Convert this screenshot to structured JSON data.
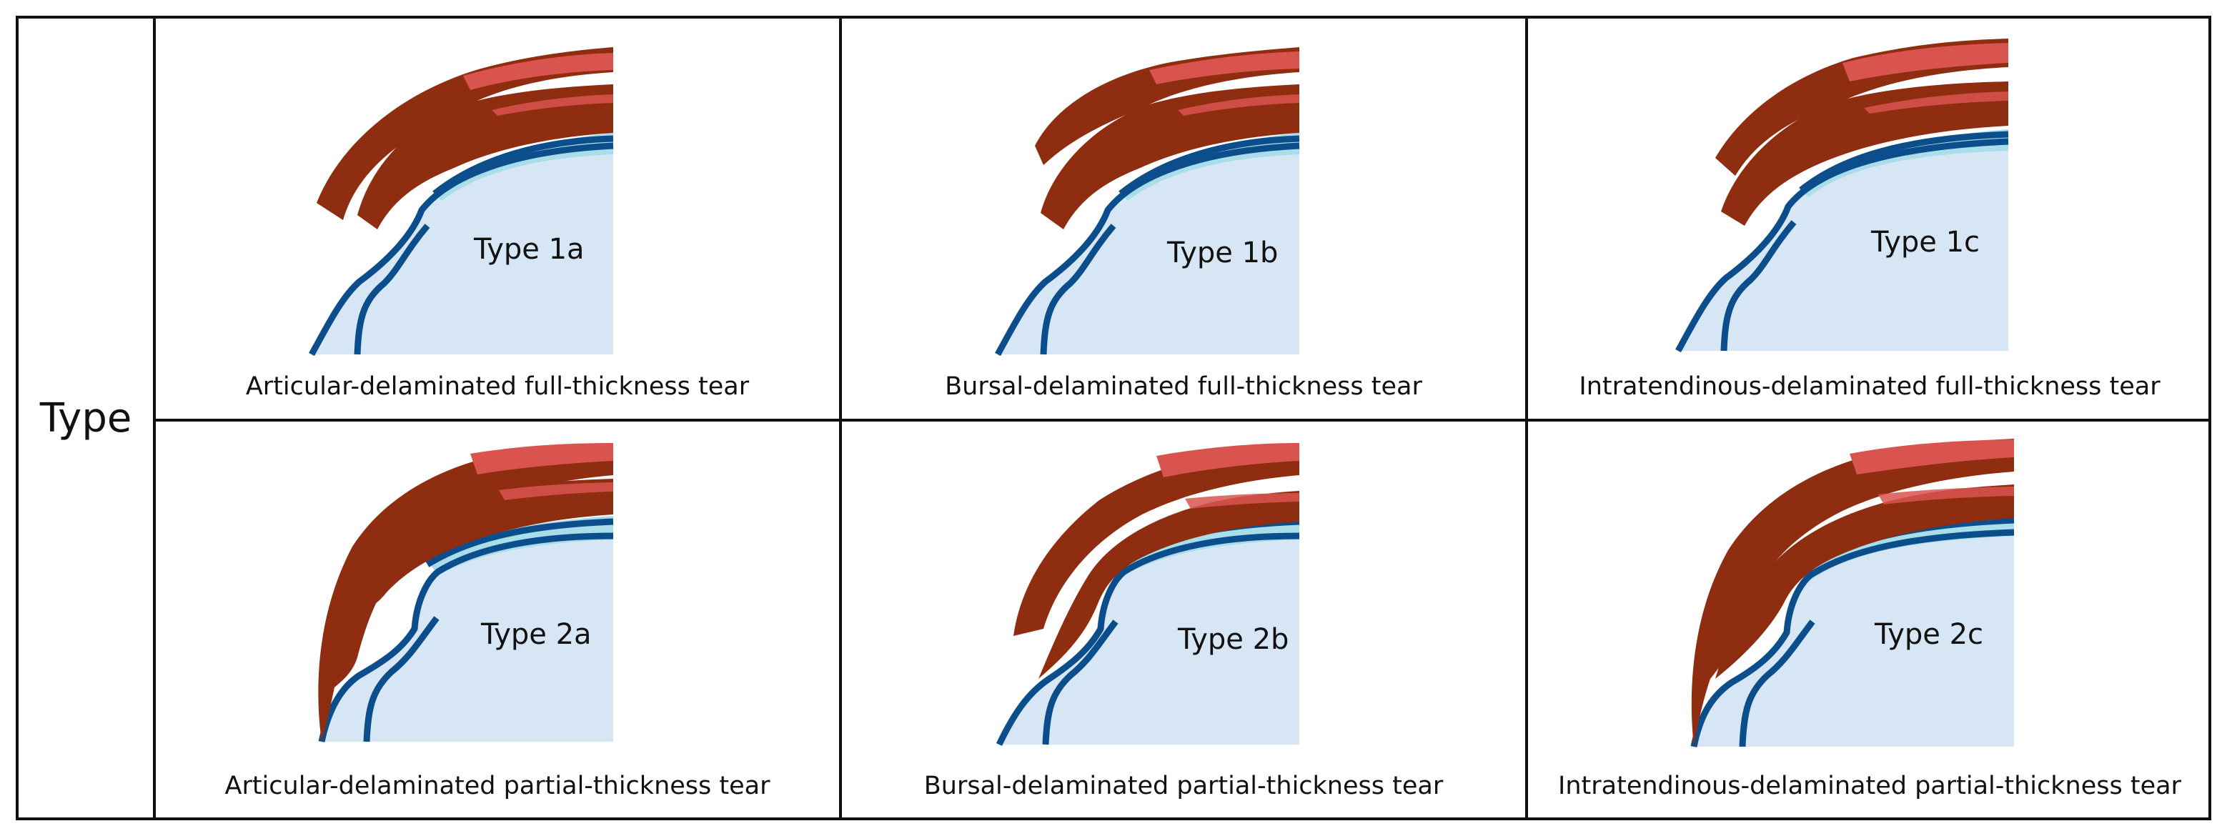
{
  "row_header": "Type",
  "colors": {
    "tendon_dark": "#8e2d0f",
    "tendon_light": "#d9534f",
    "cartilage": "#a8dde9",
    "bone_fill": "#d6e6f4",
    "bone_outline": "#0c4e8c",
    "border": "#111111"
  },
  "cells": [
    {
      "type_label": "Type 1a",
      "caption": "Articular-delaminated full-thickness tear"
    },
    {
      "type_label": "Type 1b",
      "caption": "Bursal-delaminated full-thickness tear"
    },
    {
      "type_label": "Type 1c",
      "caption": "Intratendinous-delaminated full-thickness tear"
    },
    {
      "type_label": "Type 2a",
      "caption": "Articular-delaminated partial-thickness tear"
    },
    {
      "type_label": "Type 2b",
      "caption": "Bursal-delaminated partial-thickness tear"
    },
    {
      "type_label": "Type 2c",
      "caption": "Intratendinous-delaminated partial-thickness tear"
    }
  ]
}
